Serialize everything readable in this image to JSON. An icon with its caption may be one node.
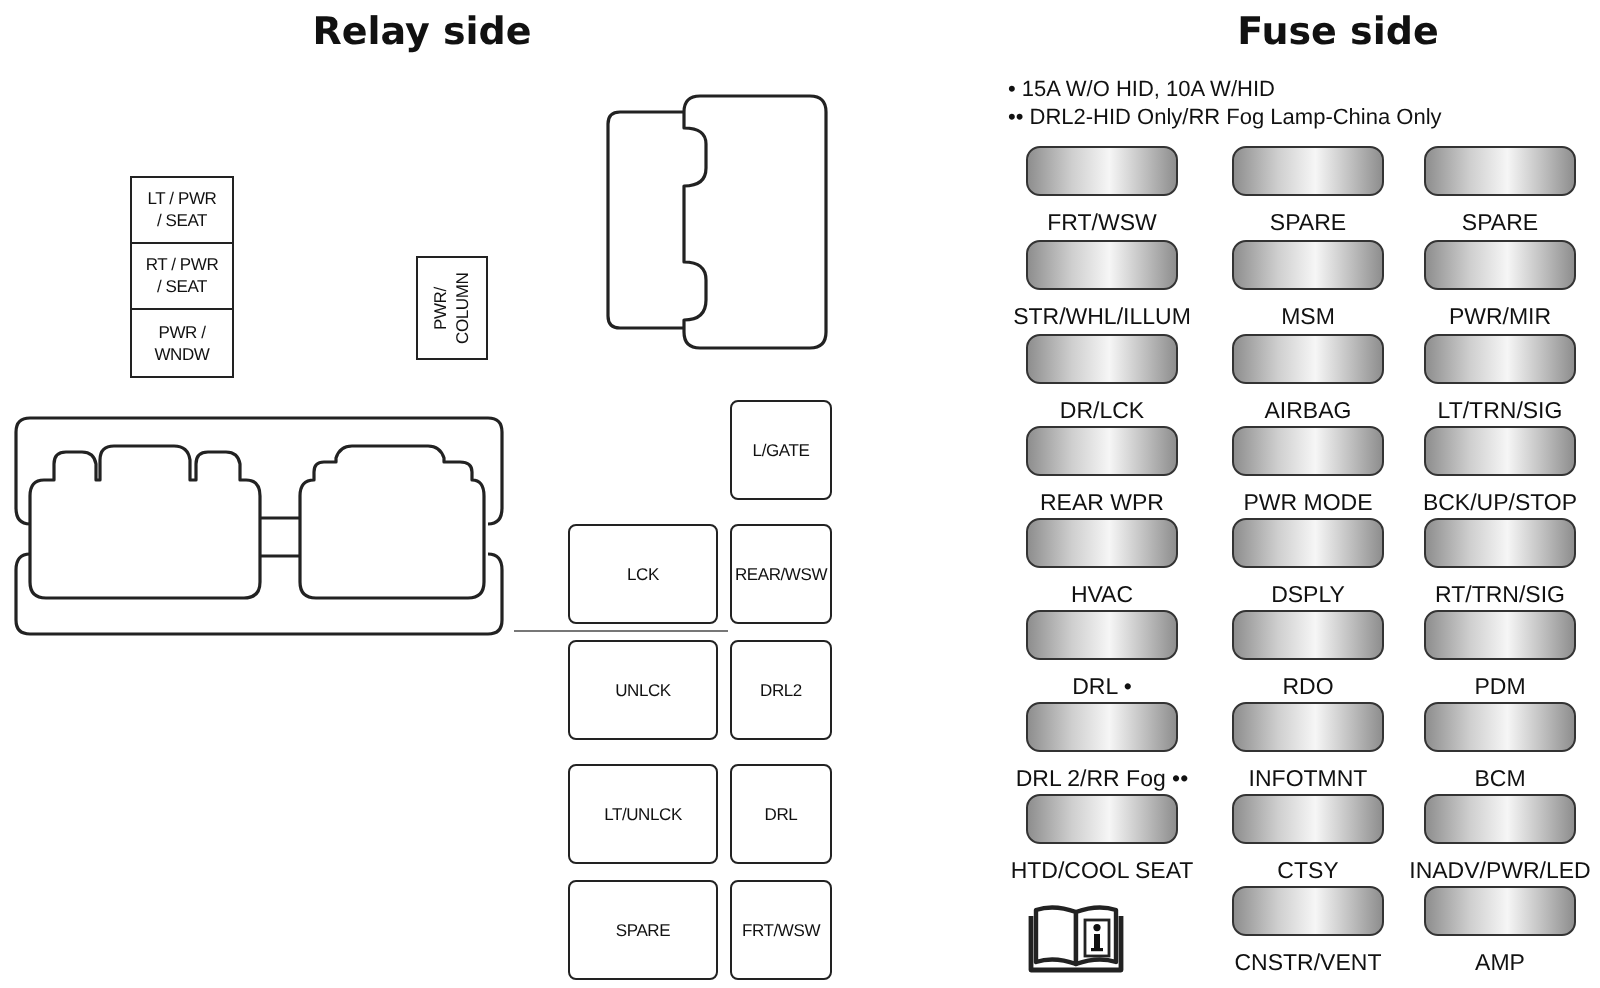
{
  "diagram": {
    "nodes": [
      {
        "text": [
          "LT / PWR / SEAT"
        ]
      },
      {
        "text": [
          "RT / PWR / SEAT"
        ]
      },
      {
        "text": [
          "PWR / WNDW"
        ]
      },
      {
        "text": [
          "PWR/ COLUMN"
        ]
      },
      {
        "text": [
          "L/GATE"
        ]
      },
      {
        "text": [
          "LCK"
        ]
      },
      {
        "text": [
          "REAR/WSW"
        ]
      },
      {
        "text": [
          "UNLCK"
        ]
      },
      {
        "text": [
          "DRL2"
        ]
      },
      {
        "text": [
          "LT/UNLCK"
        ]
      },
      {
        "text": [
          "DRL"
        ]
      },
      {
        "text": [
          "SPARE"
        ]
      },
      {
        "text": [
          "FRT/WSW"
        ]
      },
      {
        "text": [
          "FRT/WSW"
        ]
      },
      {
        "text": [
          "SPARE"
        ]
      },
      {
        "text": [
          "SPARE"
        ]
      },
      {
        "text": [
          "STR/WHL/ILLUM"
        ]
      },
      {
        "text": [
          "MSM"
        ]
      },
      {
        "text": [
          "PWR/MIR"
        ]
      },
      {
        "text": [
          "DR/LCK"
        ]
      },
      {
        "text": [
          "AIRBAG"
        ]
      },
      {
        "text": [
          "LT/TRN/SIG"
        ]
      },
      {
        "text": [
          "REAR WPR"
        ]
      },
      {
        "text": [
          "PWR MODE"
        ]
      },
      {
        "text": [
          "BCK/UP/STOP"
        ]
      },
      {
        "text": [
          "HVAC"
        ]
      },
      {
        "text": [
          "DSPLY"
        ]
      },
      {
        "text": [
          "RT/TRN/SIG"
        ]
      },
      {
        "text": [
          "DRL •"
        ]
      },
      {
        "text": [
          "RDO"
        ]
      },
      {
        "text": [
          "PDM"
        ]
      },
      {
        "text": [
          "DRL 2/RR Fog ••"
        ]
      },
      {
        "text": [
          "INFOTMNT"
        ]
      },
      {
        "text": [
          "BCM"
        ]
      },
      {
        "text": [
          "HTD/COOL SEAT"
        ]
      },
      {
        "text": [
          "CTSY"
        ]
      },
      {
        "text": [
          "INADV/PWR/LED"
        ]
      },
      {
        "text": [
          "CNSTR/VENT"
        ]
      },
      {
        "text": [
          "AMP"
        ]
      }
    ],
    "labels": [
      "Relay side",
      "Fuse side",
      "• 15A W/O HID, 10A W/HID",
      "•• DRL2-HID Only/RR Fog Lamp-China Only"
    ]
  }
}
